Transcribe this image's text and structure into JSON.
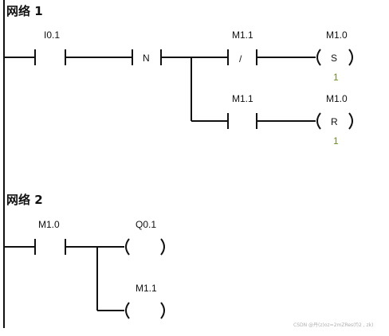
{
  "networks": [
    {
      "title": "网络 1",
      "contact_no": "I0.1",
      "edge_box": "N",
      "contact_nc": "M1.1",
      "contact_no_2": "M1.1",
      "set_coil": {
        "operand": "M1.0",
        "op": "S",
        "count": "1"
      },
      "reset_coil": {
        "operand": "M1.0",
        "op": "R",
        "count": "1"
      }
    },
    {
      "title": "网络 2",
      "contact_no": "M1.0",
      "coil_1": "Q0.1",
      "coil_2": "M1.1"
    }
  ],
  "symbols": {
    "nc_slash": "/"
  },
  "watermark": "CSDN @丹(z)oz=2mZRes(f)2 , zk)"
}
